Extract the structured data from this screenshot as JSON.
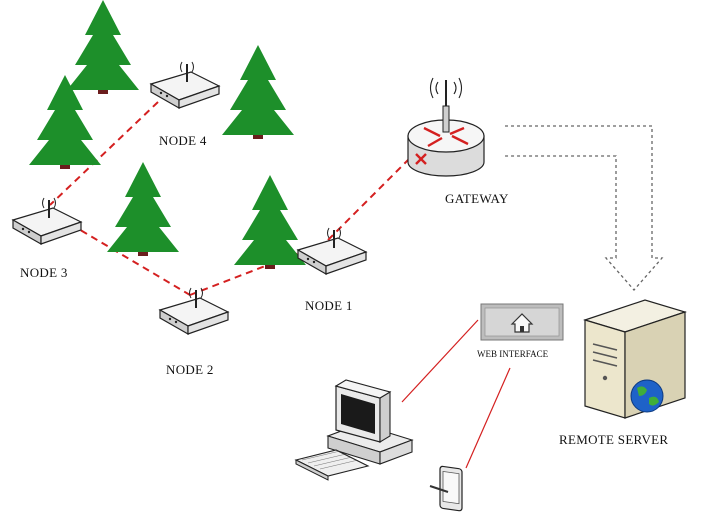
{
  "labels": {
    "node4": "NODE 4",
    "node3": "NODE 3",
    "node2": "NODE 2",
    "node1": "NODE 1",
    "gateway": "GATEWAY",
    "web_interface": "WEB INTERFACE",
    "remote_server": "REMOTE SERVER"
  },
  "icons": {
    "router": "wireless-router-icon",
    "gateway": "gateway-router-icon",
    "server": "server-tower-icon",
    "globe": "globe-icon",
    "home": "home-icon",
    "computer": "desktop-computer-icon",
    "keyboard": "keyboard-icon",
    "tablet": "tablet-icon",
    "tree": "tree-icon",
    "arrow": "down-arrow-icon"
  },
  "colors": {
    "link": "#d42020",
    "tree": "#1d8f2a",
    "trunk": "#6b1d1d",
    "device": "#f2f2f2",
    "outline": "#222222",
    "arrow": "#666666",
    "globe": "#1e62c8"
  }
}
